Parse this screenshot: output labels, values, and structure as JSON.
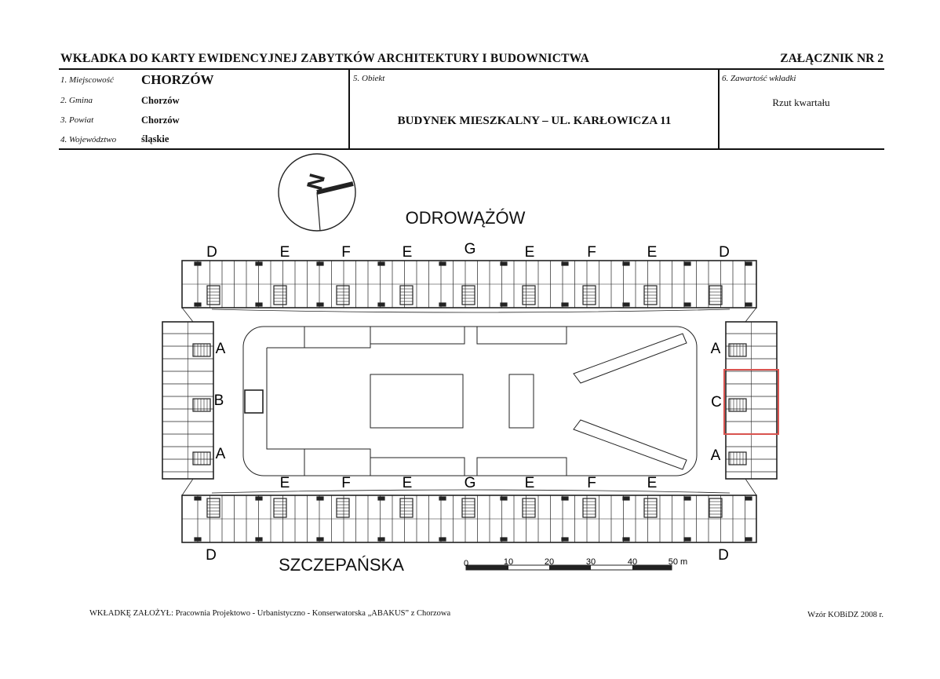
{
  "header": {
    "title": "WKŁADKA DO KARTY EWIDENCYJNEJ ZABYTKÓW ARCHITEKTURY I BUDOWNICTWA",
    "annex": "ZAŁĄCZNIK NR 2"
  },
  "fields": {
    "place_label": "1. Miejscowość",
    "place_value": "CHORZÓW",
    "commune_label": "2. Gmina",
    "commune_value": "Chorzów",
    "county_label": "3. Powiat",
    "county_value": "Chorzów",
    "voivodeship_label": "4. Województwo",
    "voivodeship_value": "śląskie",
    "object_label": "5. Obiekt",
    "object_value": "BUDYNEK MIESZKALNY – UL. KARŁOWICZA 11",
    "content_label": "6. Zawartość wkładki",
    "content_value": "Rzut kwartału"
  },
  "plan": {
    "north_letter": "N",
    "street_top": "ODROWĄŻÓW",
    "street_bottom": "SZCZEPAŃSKA",
    "top_labels": [
      "D",
      "E",
      "F",
      "E",
      "G",
      "E",
      "F",
      "E",
      "D"
    ],
    "mid_labels": [
      "E",
      "F",
      "E",
      "G",
      "E",
      "F",
      "E"
    ],
    "bottom_labels": [
      "D",
      "D"
    ],
    "left_labels": [
      "A",
      "B",
      "A"
    ],
    "right_labels": [
      "A",
      "C",
      "A"
    ],
    "scale_labels": [
      "0",
      "10",
      "20",
      "30",
      "40",
      "50 m"
    ],
    "highlight_color": "#d9534f",
    "line_color": "#222222"
  },
  "footer": {
    "left": "WKŁADKĘ ZAŁOŻYŁ: Pracownia Projektowo - Urbanistyczno - Konserwatorska „ABAKUS” z Chorzowa",
    "right": "Wzór KOBiDZ 2008 r."
  }
}
